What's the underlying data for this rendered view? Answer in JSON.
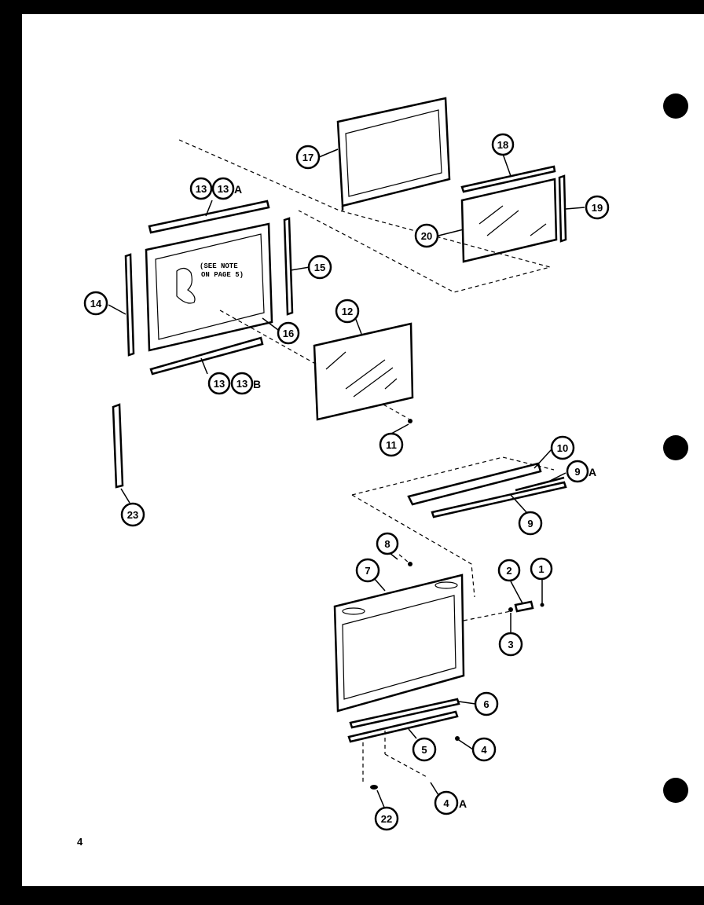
{
  "page_number": "4",
  "note": {
    "line1": "(SEE NOTE",
    "line2": "ON PAGE 5)"
  },
  "callouts": {
    "c1": "1",
    "c2": "2",
    "c3": "3",
    "c4": "4",
    "c4a": "4",
    "c5": "5",
    "c6": "6",
    "c7": "7",
    "c8": "8",
    "c9": "9",
    "c9a": "9",
    "c10": "10",
    "c11": "11",
    "c12": "12",
    "c13a_1": "13",
    "c13a_2": "13",
    "c13b_1": "13",
    "c13b_2": "13",
    "c14": "14",
    "c15": "15",
    "c16": "16",
    "c17": "17",
    "c18": "18",
    "c19": "19",
    "c20": "20",
    "c22": "22",
    "c23": "23"
  },
  "suffixes": {
    "s4a": "A",
    "s9a": "A",
    "s13a": "A",
    "s13b": "B"
  }
}
